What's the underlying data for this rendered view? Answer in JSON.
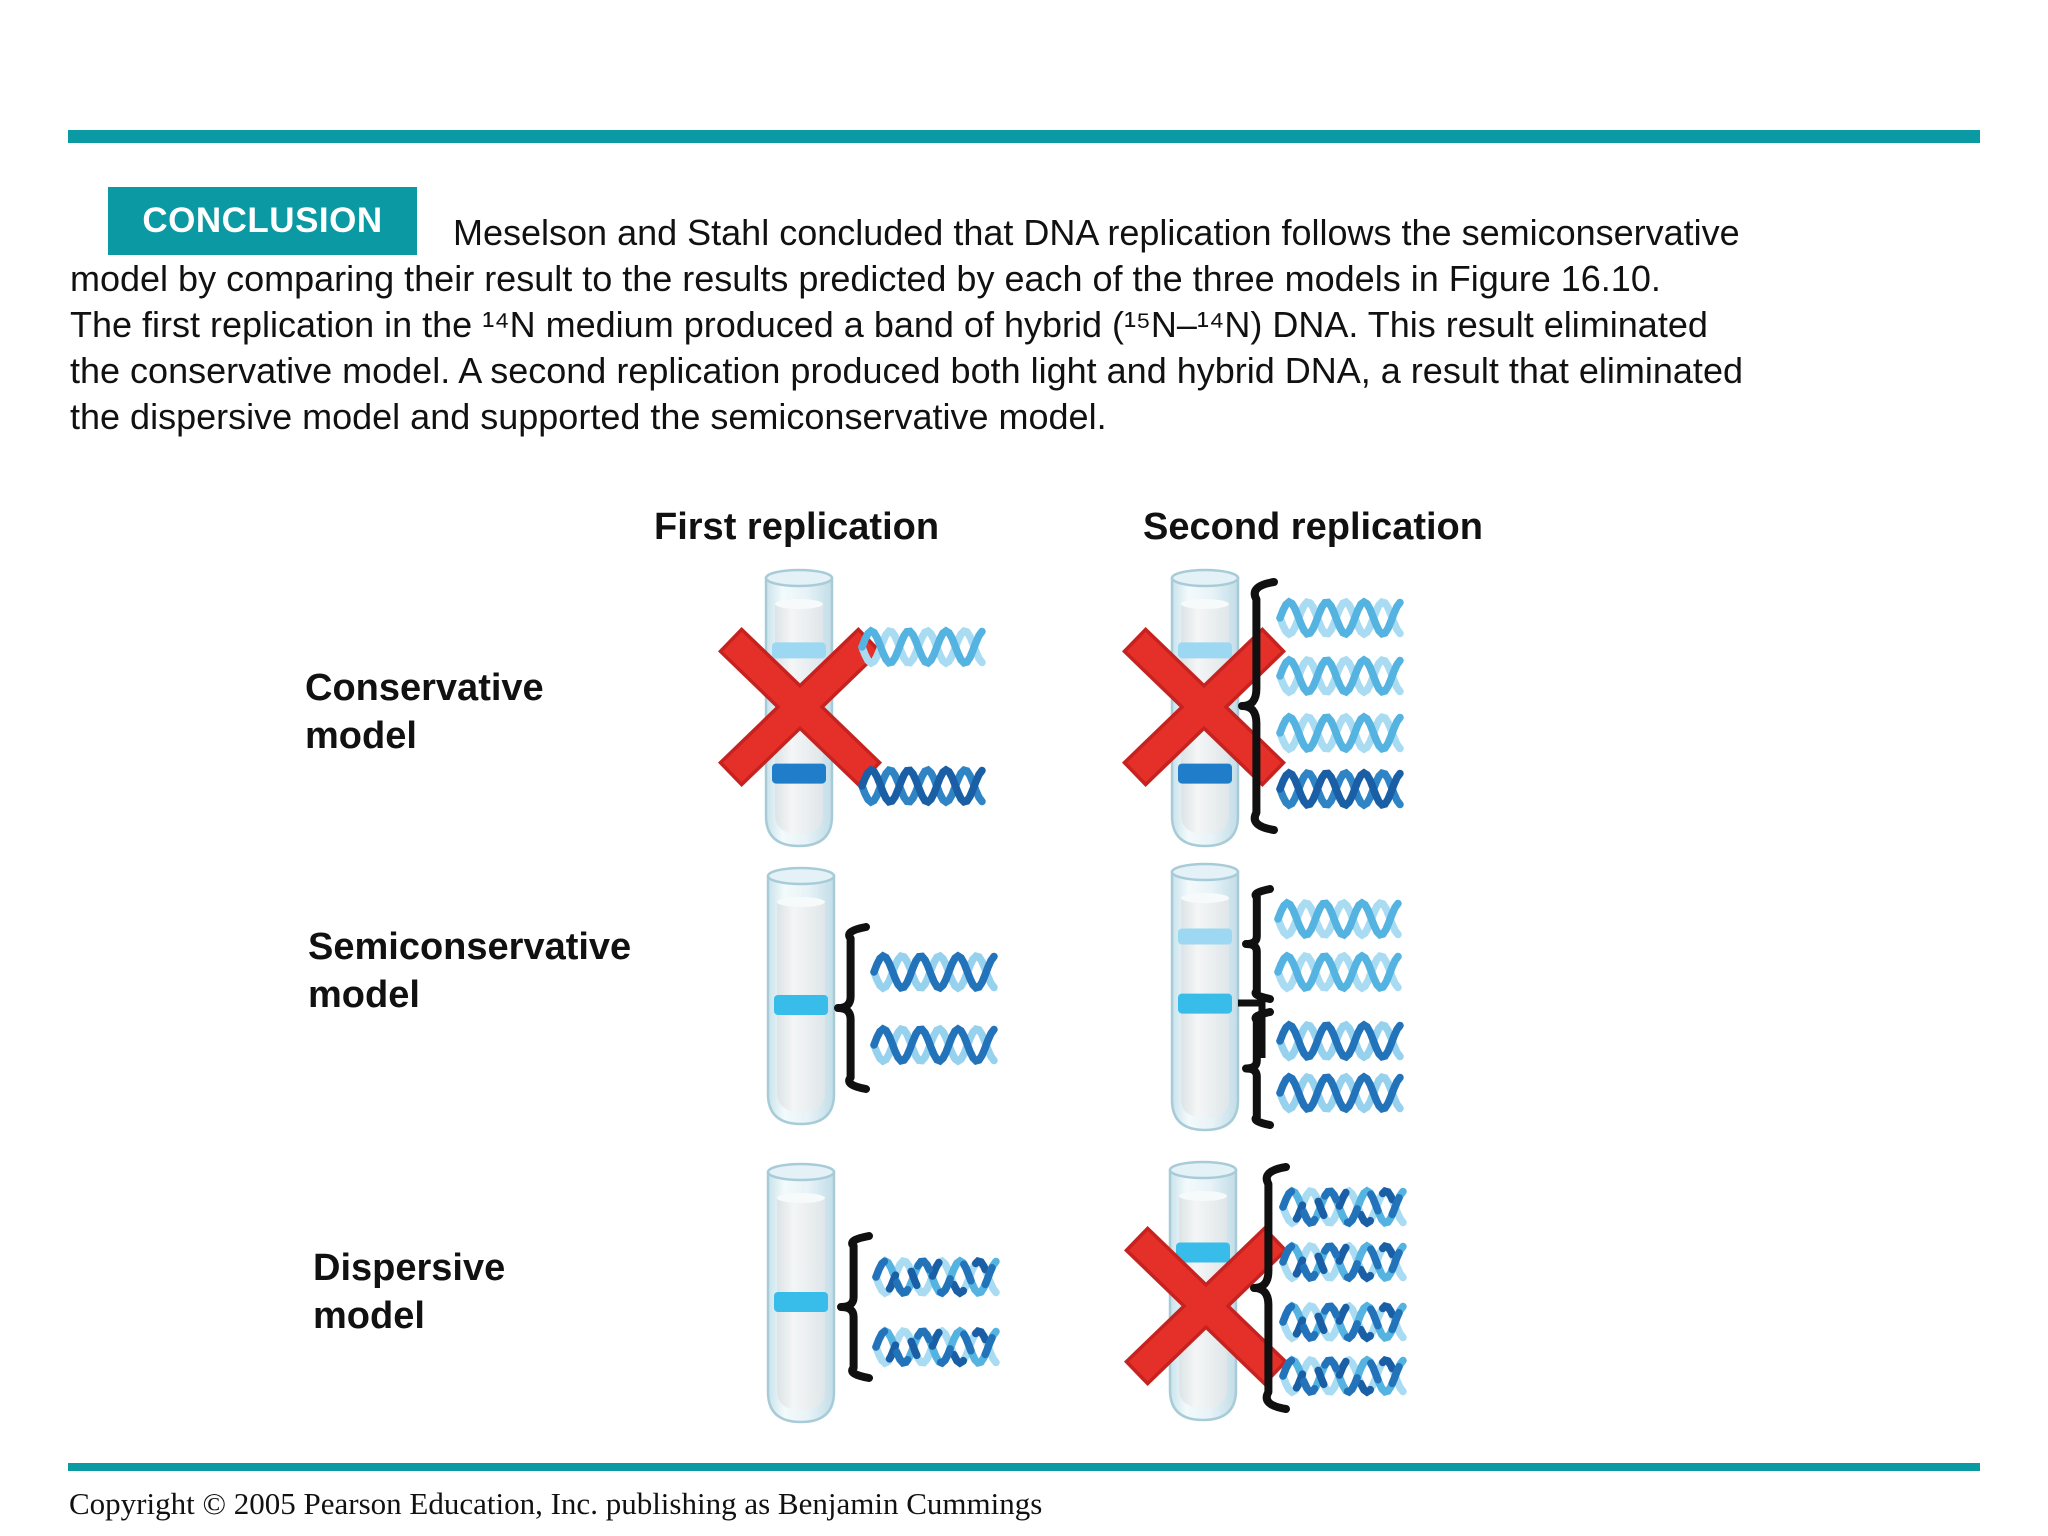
{
  "palette": {
    "teal": "#0b99a3",
    "text": "#111111",
    "cross_red": "#e5302a",
    "cross_red_edge": "#c6221f",
    "band_light": "#9cd8f1",
    "band_hybrid": "#38bce9",
    "band_heavy": "#1f7dc9",
    "dna_light_strand_a": "#54b3e0",
    "dna_light_strand_b": "#a9dcf2",
    "dna_heavy_strand_a": "#1a5fa6",
    "dna_heavy_strand_b": "#2e84c5",
    "dna_hybrid_dark": "#2273ba",
    "dna_hybrid_light": "#96d1ee"
  },
  "conclusion": {
    "label": "CONCLUSION",
    "lines": [
      "Meselson and Stahl concluded that DNA replication follows the semiconservative",
      "model by comparing their result to the results predicted by each of the three models in Figure 16.10.",
      "The first replication in the ¹⁴N medium produced a band of hybrid (¹⁵N–¹⁴N) DNA. This result eliminated",
      "the conservative model. A second replication produced both light and hybrid DNA, a result that eliminated",
      "the dispersive model and supported the semiconservative model."
    ]
  },
  "figure": {
    "column_headers": [
      "First replication",
      "Second replication"
    ],
    "rows": [
      {
        "label_lines": [
          "Conservative",
          "model"
        ],
        "first": {
          "bands": [
            {
              "tone": "light",
              "frac": 0.27
            },
            {
              "tone": "heavy",
              "frac": 0.73
            }
          ],
          "crossed": true,
          "helices": [
            "light",
            "heavy"
          ]
        },
        "second": {
          "bands": [
            {
              "tone": "light",
              "frac": 0.27
            },
            {
              "tone": "heavy",
              "frac": 0.73
            }
          ],
          "crossed": true,
          "brace": true,
          "helices": [
            "light",
            "light",
            "light",
            "heavy"
          ]
        }
      },
      {
        "label_lines": [
          "Semiconservative",
          "model"
        ],
        "first": {
          "bands": [
            {
              "tone": "hybrid",
              "frac": 0.52
            }
          ],
          "crossed": false,
          "brace": true,
          "helices": [
            "hybrid",
            "hybrid"
          ]
        },
        "second": {
          "bands": [
            {
              "tone": "light",
              "frac": 0.25
            },
            {
              "tone": "hybrid",
              "frac": 0.51
            }
          ],
          "crossed": false,
          "brace": true,
          "connector": true,
          "helices": [
            "light",
            "light",
            "hybrid",
            "hybrid"
          ]
        }
      },
      {
        "label_lines": [
          "Dispersive",
          "model"
        ],
        "first": {
          "bands": [
            {
              "tone": "hybrid",
              "frac": 0.52
            }
          ],
          "crossed": false,
          "brace": true,
          "helices": [
            "dispersed",
            "dispersed"
          ]
        },
        "second": {
          "bands": [
            {
              "tone": "hybrid",
              "frac": 0.33
            }
          ],
          "crossed": true,
          "brace": true,
          "helices": [
            "dispersed",
            "dispersed",
            "dispersed",
            "dispersed"
          ]
        }
      }
    ]
  },
  "footer": {
    "copyright": "Copyright © 2005 Pearson Education, Inc. publishing as Benjamin Cummings"
  }
}
